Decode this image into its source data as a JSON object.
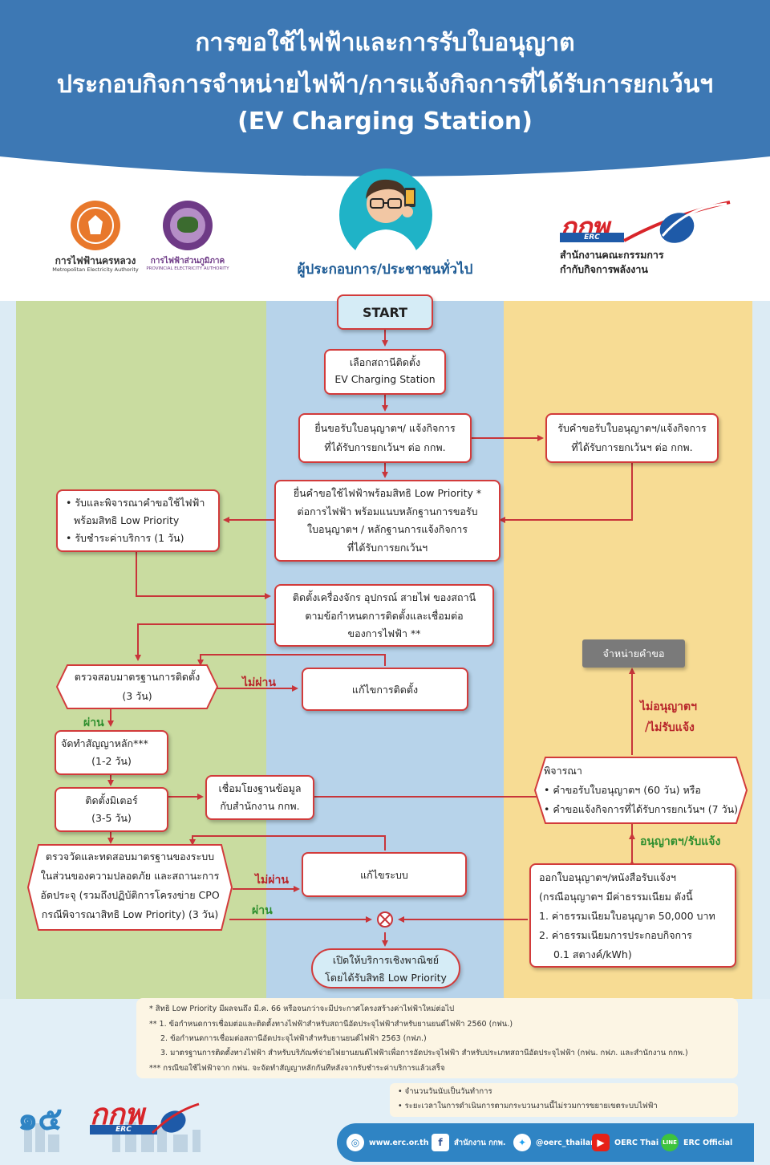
{
  "title": {
    "line1": "การขอใช้ไฟฟ้าและการรับใบอนุญาต",
    "line2": "ประกอบกิจการจำหน่ายไฟฟ้า/การแจ้งกิจการที่ได้รับการยกเว้นฯ",
    "line3": "(EV Charging Station)"
  },
  "logos": {
    "mea_name": "การไฟฟ้านครหลวง",
    "mea_sub": "Metropolitan Electricity Authority",
    "pea_name": "การไฟฟ้าส่วนภูมิภาค",
    "pea_sub": "PROVINCIAL ELECTRICITY AUTHORITY",
    "erc_mark": "กกพ",
    "erc_sub": "ERC",
    "erc_name1": "สำนักงานคณะกรรมการ",
    "erc_name2": "กำกับกิจการพลังงาน",
    "person_label": "ผู้ประกอบการ/ประชาชนทั่วไป"
  },
  "flow": {
    "start": "START",
    "select_station_1": "เลือกสถานีติดตั้ง",
    "select_station_2": "EV Charging Station",
    "submit_license_1": "ยื่นขอรับใบอนุญาตฯ/ แจ้งกิจการ",
    "submit_license_2": "ที่ได้รับการยกเว้นฯ ต่อ กกพ.",
    "erc_receive_1": "รับคำขอรับใบอนุญาตฯ/แจ้งกิจการ",
    "erc_receive_2": "ที่ได้รับการยกเว้นฯ ต่อ กกพ.",
    "apply_power_1": "ยื่นคำขอใช้ไฟฟ้าพร้อมสิทธิ Low Priority *",
    "apply_power_2": "ต่อการไฟฟ้า พร้อมแนบหลักฐานการขอรับ",
    "apply_power_3": "ใบอนุญาตฯ / หลักฐานการแจ้งกิจการ",
    "apply_power_4": "ที่ได้รับการยกเว้นฯ",
    "utility_consider_1": "• รับและพิจารณาคำขอใช้ไฟฟ้า",
    "utility_consider_2": "พร้อมสิทธิ Low Priority",
    "utility_consider_3": "• รับชำระค่าบริการ (1 วัน)",
    "install_1": "ติดตั้งเครื่องจักร อุปกรณ์ สายไฟ ของสถานี",
    "install_2": "ตามข้อกำหนดการติดตั้งและเชื่อมต่อ",
    "install_3": "ของการไฟฟ้า **",
    "inspect_1": "ตรวจสอบมาตรฐานการติดตั้ง",
    "inspect_2": "(3 วัน)",
    "fix_install": "แก้ไขการติดตั้ง",
    "fail_1": "ไม่ผ่าน",
    "pass_1": "ผ่าน",
    "contract_1": "จัดทำสัญญาหลัก***",
    "contract_2": "(1-2 วัน)",
    "meter_1": "ติดตั้งมิเตอร์",
    "meter_2": "(3-5 วัน)",
    "link_1": "เชื่อมโยงฐานข้อมูล",
    "link_2": "กับสำนักงาน กกพ.",
    "system_test_1": "ตรวจวัดและทดสอบมาตรฐานของระบบ",
    "system_test_2": "ในส่วนของความปลอดภัย และสถานะการ",
    "system_test_3": "อัดประจุ (รวมถึงปฏิบัติการโครงข่าย CPO",
    "system_test_4": "กรณีพิจารณาสิทธิ Low Priority) (3 วัน)",
    "fix_system": "แก้ไขระบบ",
    "fail_2": "ไม่ผ่าน",
    "pass_2": "ผ่าน",
    "open_1": "เปิดให้บริการเชิงพาณิชย์",
    "open_2": "โดยได้รับสิทธิ Low Priority",
    "dispose": "จำหน่ายคำขอ",
    "reject_1": "ไม่อนุญาตฯ",
    "reject_2": "/ไม่รับแจ้ง",
    "consider_title": "พิจารณา",
    "consider_1": "• คำขอรับใบอนุญาตฯ (60 วัน) หรือ",
    "consider_2": "• คำขอแจ้งกิจการที่ได้รับการยกเว้นฯ (7 วัน)",
    "approve": "อนุญาตฯ/รับแจ้ง",
    "issue_1": "ออกใบอนุญาตฯ/หนังสือรับแจ้งฯ",
    "issue_2": "(กรณีอนุญาตฯ มีค่าธรรมเนียม ดังนี้",
    "issue_3": "1.  ค่าธรรมเนียมใบอนุญาต 50,000 บาท",
    "issue_4": "2.  ค่าธรรมเนียมการประกอบกิจการ",
    "issue_5": "0.1 สตางค์/kWh)"
  },
  "notes": {
    "n1": "*     สิทธิ Low Priority มีผลจนถึง มี.ค. 66 หรือจนกว่าจะมีประกาศโครงสร้างค่าไฟฟ้าใหม่ต่อไป",
    "n2": "**    1. ข้อกำหนดการเชื่อมต่อและติดตั้งทางไฟฟ้าสำหรับสถานีอัดประจุไฟฟ้าสำหรับยานยนต์ไฟฟ้า 2560 (กฟน.)",
    "n3": "2. ข้อกำหนดการเชื่อมต่อสถานีอัดประจุไฟฟ้าสำหรับยานยนต์ไฟฟ้า 2563 (กฟภ.)",
    "n4": "3. มาตรฐานการติดตั้งทางไฟฟ้า สำหรับบริภัณฑ์จ่ายไฟยานยนต์ไฟฟ้าเพื่อการอัดประจุไฟฟ้า สำหรับประเภทสถานีอัดประจุไฟฟ้า (กฟน. กฟภ. และสำนักงาน กกพ.)",
    "n5": "*** กรณีขอใช้ไฟฟ้าจาก กฟน. จะจัดทำสัญญาหลักกันทีหลังจากรับชำระค่าบริการแล้วเสร็จ",
    "b1": "•   จำนวนวันนับเป็นวันทำการ",
    "b2": "•   ระยะเวลาในการดำเนินการตามกระบวนงานนี้ไม่รวมการขยายเขตระบบไฟฟ้า"
  },
  "footer": {
    "anniv": "๑๕",
    "anniv_mark": "กกพ",
    "anniv_sub": "ERC",
    "web": "www.erc.or.th",
    "facebook": "สำนักงาน กกพ.",
    "twitter": "@oerc_thailand",
    "youtube": "OERC Thai",
    "line": "ERC Official"
  },
  "colors": {
    "header": "#3d78b4",
    "lane_left": "#c9dca0",
    "lane_mid": "#b7d3ea",
    "lane_right": "#f7dc94",
    "arrow": "#c8353a",
    "fail": "#b8252a",
    "pass": "#2f8f2f"
  }
}
